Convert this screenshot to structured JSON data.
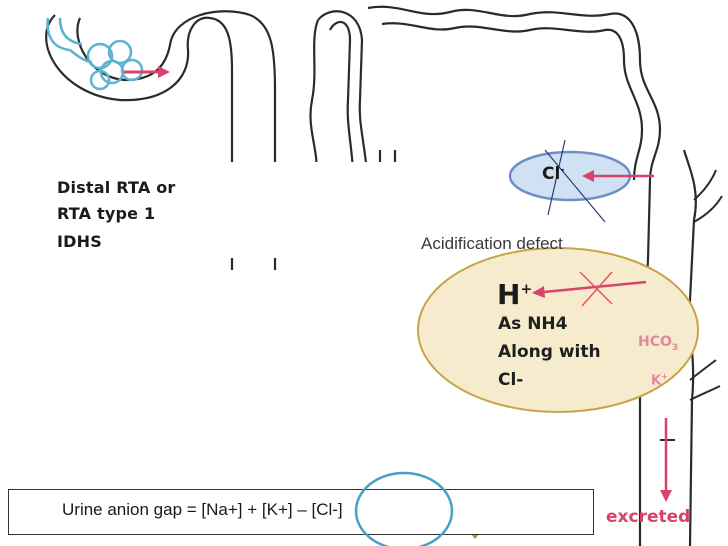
{
  "rta_label": {
    "line1": "Distal RTA or",
    "line2": "RTA type 1",
    "line3": "IDHS"
  },
  "collecting_duct": {
    "chloride": "Cl",
    "chloride_superscript": "-",
    "defect_label": "Acidification defect",
    "proton": "H",
    "proton_superscript": "+",
    "ammonium_line1": "As NH4",
    "ammonium_line2": "Along with",
    "ammonium_line3": "Cl-",
    "bicarbonate": "HCO",
    "bicarbonate_subscript": "3",
    "potassium": "K",
    "potassium_superscript": "+",
    "excreted": "excreted"
  },
  "formula": {
    "text": "Urine anion gap = [Na+] + [K+] – [Cl-]"
  },
  "colors": {
    "arrow_pink": "#d8436a",
    "cross_pink": "#e8506e",
    "nephron_blue": "#5ab3d0",
    "ellipse_fill": "#f7ebce",
    "ellipse_border": "#c9a34a",
    "chloride_fill": "#cfe1f3",
    "chloride_border": "#6f8fc4",
    "down_arrow": "#e6a63a",
    "circle_highlight": "#4a9fc4"
  }
}
